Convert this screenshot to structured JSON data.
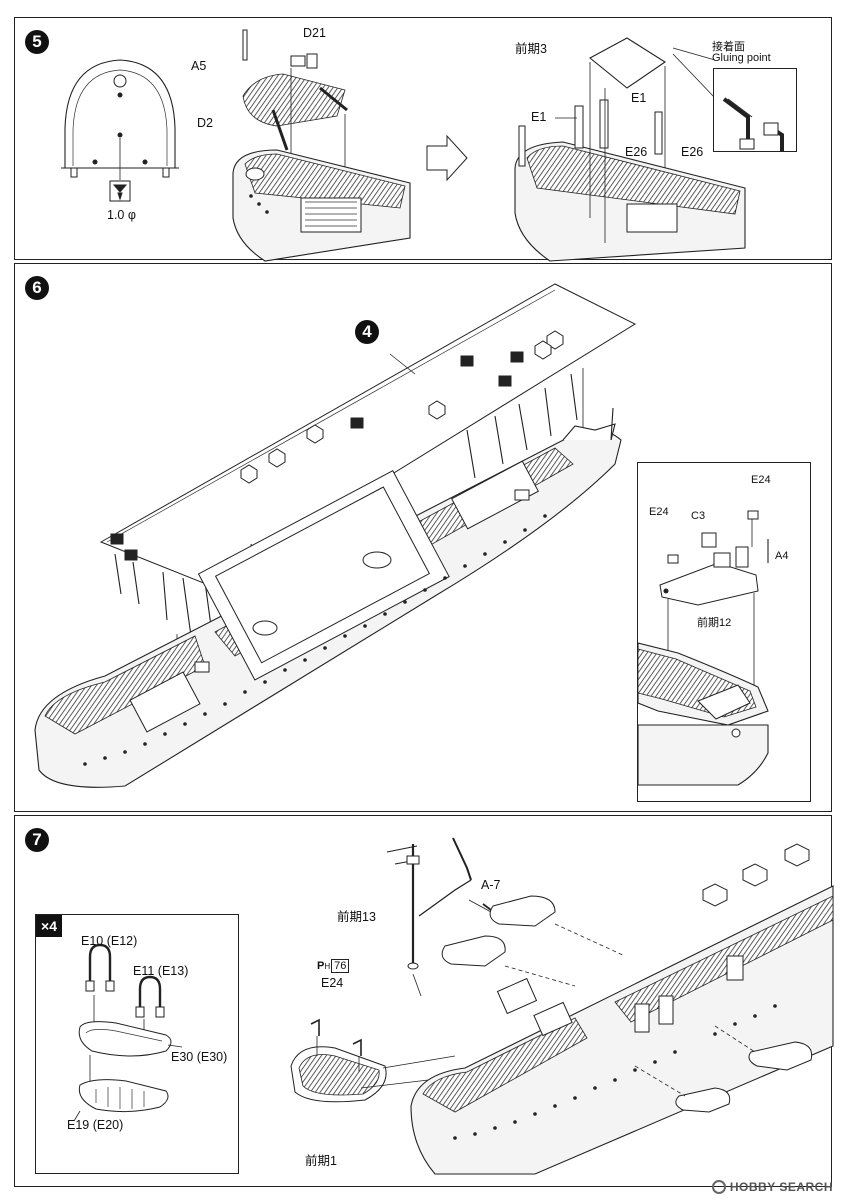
{
  "steps": [
    {
      "number": "5",
      "drill": {
        "size": "1.0 φ",
        "icon": "drill-hole-icon"
      },
      "labels": {
        "a5": "A5",
        "d21": "D21",
        "d2": "D2",
        "zenki3": "前期3",
        "e1_left": "E1",
        "e1_right": "E1",
        "e26_left": "E26",
        "e26_right": "E26"
      },
      "gluing": {
        "jp": "接着面",
        "en": "Gluing point"
      }
    },
    {
      "number": "6",
      "callout": "4",
      "inset_labels": {
        "e24_left": "E24",
        "e24_right": "E24",
        "c3": "C3",
        "a4": "A4",
        "zenki12": "前期12"
      }
    },
    {
      "number": "7",
      "multiplier": "×4",
      "lifeboat_labels": {
        "e10": "E10 (E12)",
        "e11": "E11 (E13)",
        "e30": "E30 (E30)",
        "e19": "E19 (E20)"
      },
      "labels": {
        "a7": "A-7",
        "zenki13": "前期13",
        "ph_prefix": "P",
        "ph_sub": "H",
        "ph_num": "76",
        "e24": "E24",
        "zenki1": "前期1"
      }
    }
  ],
  "watermark": "HOBBY SEARCH",
  "colors": {
    "ink": "#222222",
    "paper": "#ffffff"
  }
}
